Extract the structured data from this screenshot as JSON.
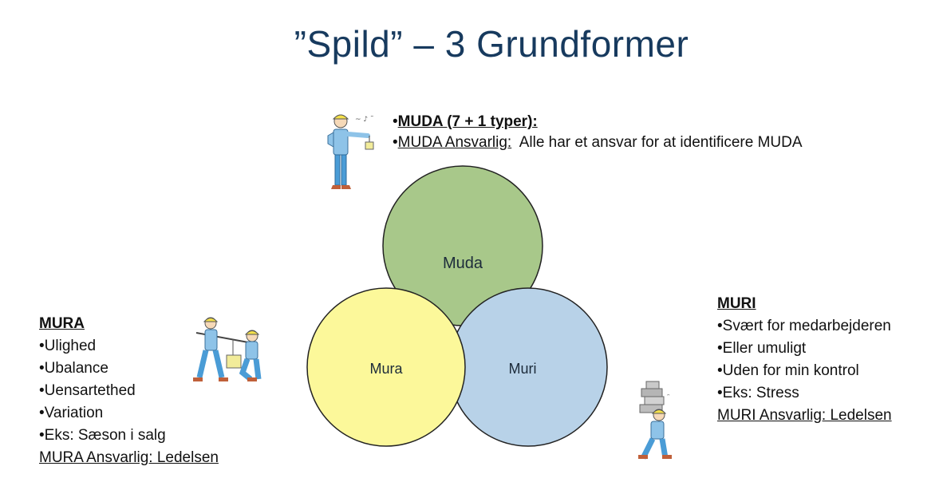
{
  "title": "”Spild” – 3 Grundformer",
  "muda": {
    "line1_bullet": "•",
    "line1": "MUDA (7 + 1 typer):",
    "line2_bullet": "•",
    "line2_label": "MUDA Ansvarlig:",
    "line2_text": "  Alle har et ansvar for at identificere MUDA"
  },
  "venn": {
    "muda": {
      "label": "Muda",
      "color": "#a8c88a"
    },
    "mura": {
      "label": "Mura",
      "color": "#fcf89a"
    },
    "muri": {
      "label": "Muri",
      "color": "#b8d2e8"
    }
  },
  "mura": {
    "heading": "MURA",
    "items": [
      "•Ulighed",
      "•Ubalance",
      "•Uensartethed",
      "•Variation",
      "•Eks: Sæson i salg"
    ],
    "responsible": "MURA Ansvarlig: Ledelsen"
  },
  "muri": {
    "heading": "MURI",
    "items": [
      "•Svært for medarbejderen",
      "•Eller umuligt",
      "•Uden for min kontrol",
      "•Eks: Stress"
    ],
    "responsible": "MURI Ansvarlig: Ledelsen"
  }
}
